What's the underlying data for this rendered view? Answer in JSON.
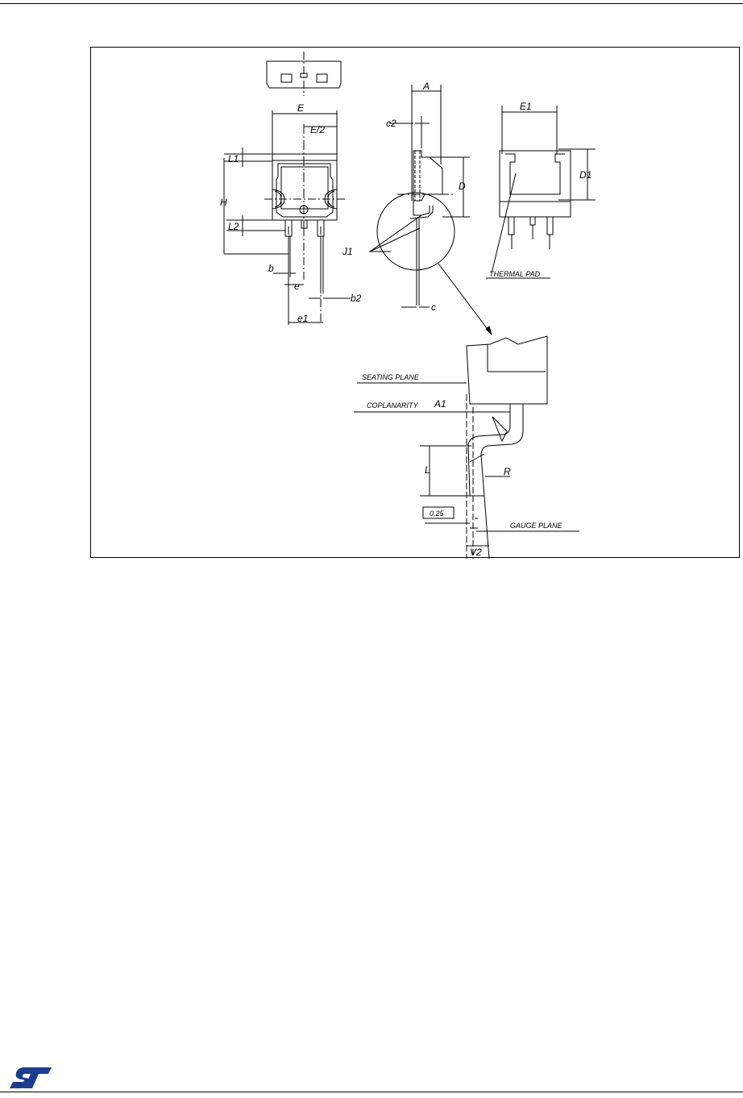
{
  "drawing": {
    "dimension_labels": {
      "E": "E",
      "E_half": "E/2",
      "L1": "L1",
      "H": "H",
      "L2": "L2",
      "b": "b",
      "e": "e",
      "b2": "b2",
      "e1": "e1",
      "A": "A",
      "c2": "c2",
      "D": "D",
      "J1": "J1",
      "c": "c",
      "E1": "E1",
      "D1": "D1",
      "A1": "A1",
      "L": "L",
      "R": "R",
      "V2": "V2",
      "gauge_value": "0.25"
    },
    "notes": {
      "thermal_pad": "THERMAL  PAD",
      "seating_plane": "SEATING  PLANE",
      "coplanarity": "COPLANARITY",
      "gauge_plane": "GAUGE  PLANE"
    }
  },
  "footer": {
    "logo_icon": "st-logo-icon",
    "logo_color": "#1a3d8f"
  }
}
